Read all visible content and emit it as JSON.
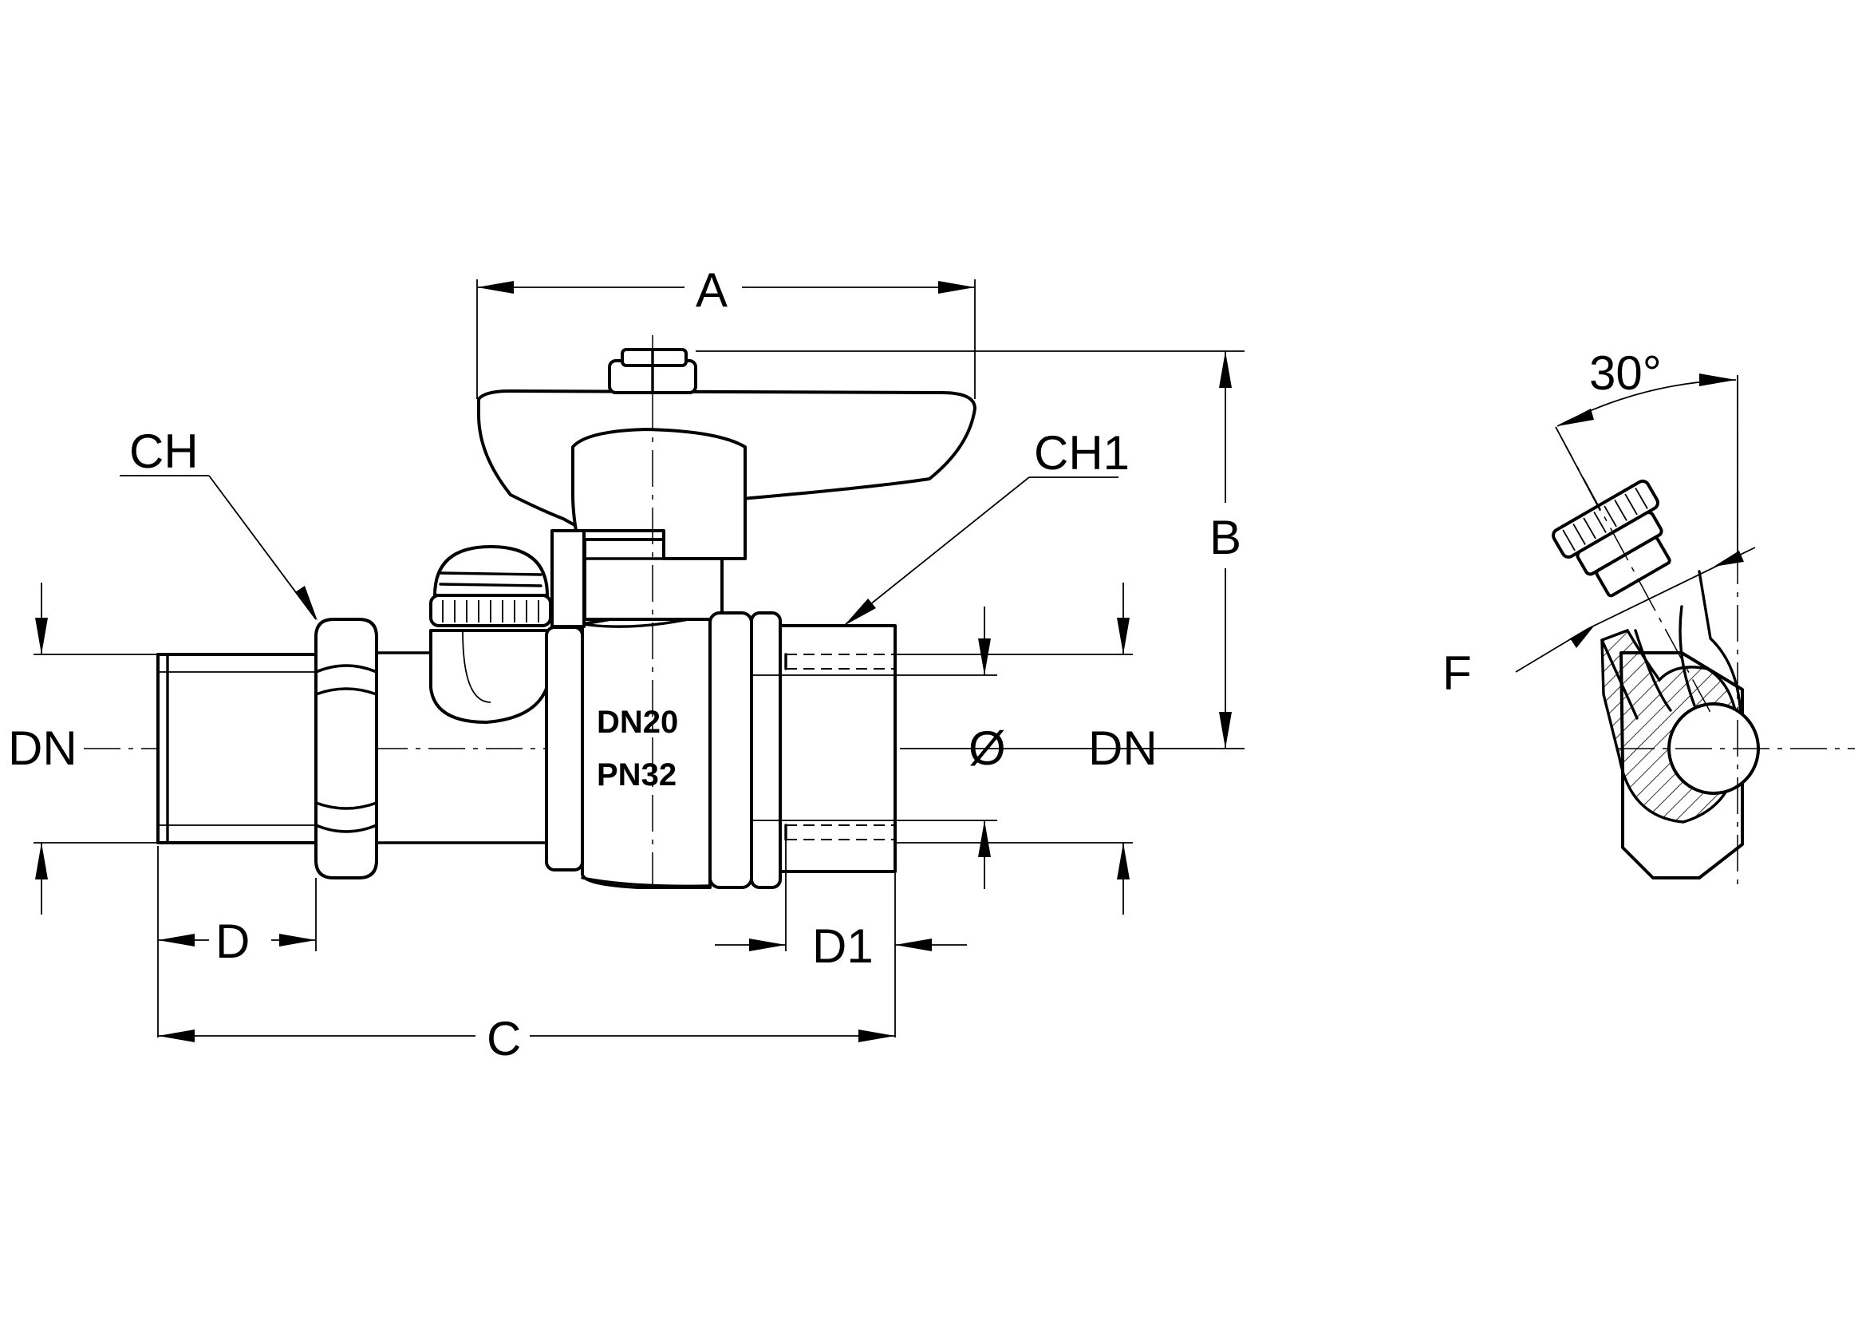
{
  "dimensions": {
    "a": "A",
    "b": "B",
    "c": "C",
    "d": "D",
    "d1": "D1",
    "dn_left": "DN",
    "dn_right": "DN",
    "diameter": "Ø",
    "ch": "CH",
    "ch1": "CH1",
    "f": "F",
    "angle": "30°"
  },
  "body_marking": {
    "dn": "DN20",
    "pn": "PN32"
  }
}
